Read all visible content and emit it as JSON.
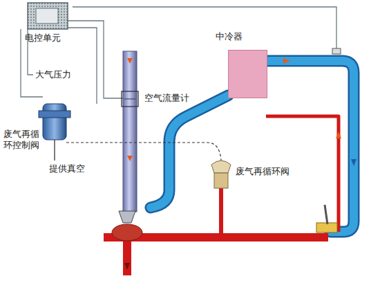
{
  "diagram": {
    "nodes": [
      {
        "text": [
          "电控单元"
        ]
      },
      {
        "text": [
          "中冷器"
        ]
      }
    ],
    "labels": [
      "大气压力",
      "空气流量计",
      "废气再循环控制阀",
      "提供真空",
      "废气再循环阀"
    ]
  }
}
